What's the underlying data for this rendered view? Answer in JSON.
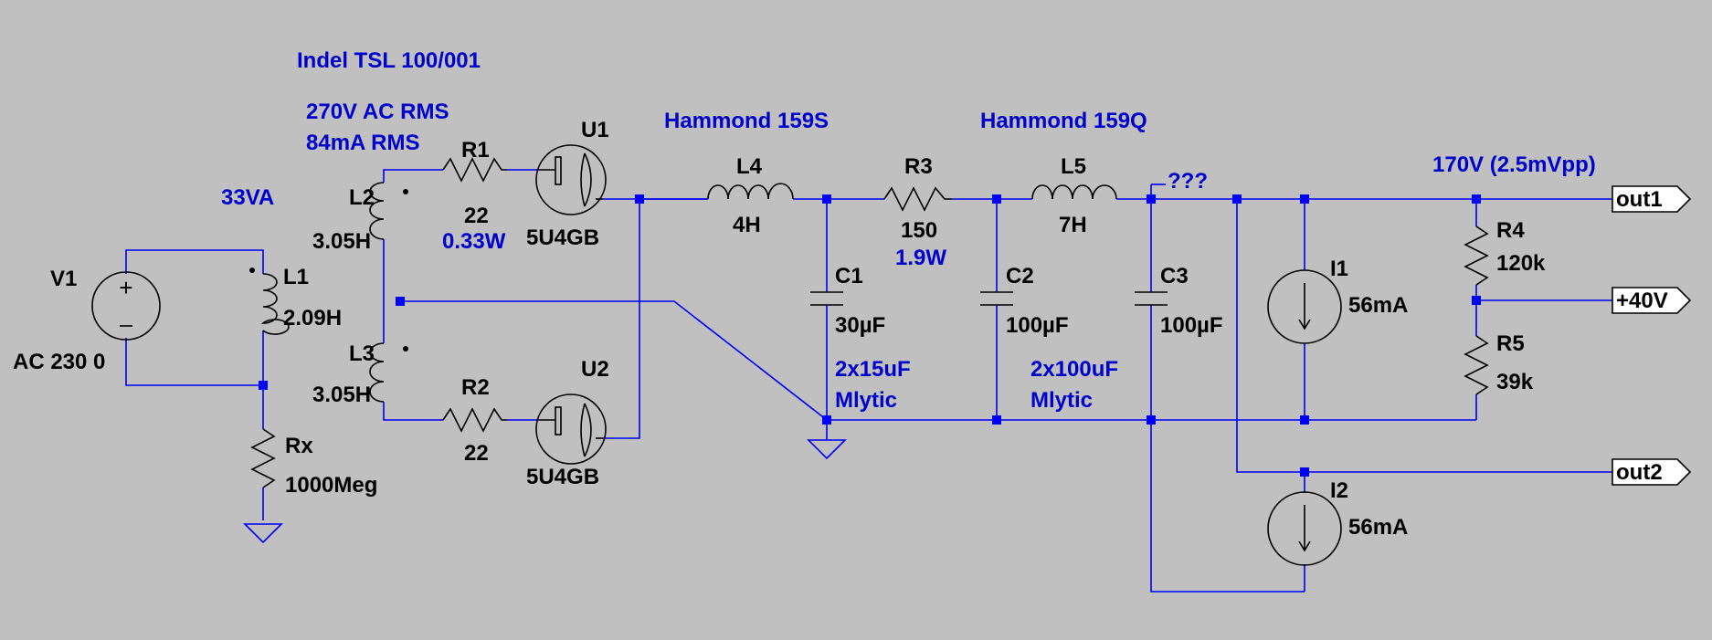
{
  "annotations": {
    "transformer": "Indel TSL 100/001",
    "secondary_voltage": "270V AC RMS",
    "secondary_current": "84mA RMS",
    "power": "33VA",
    "r1_power": "0.33W",
    "choke1": "Hammond 159S",
    "choke2": "Hammond 159Q",
    "r3_power": "1.9W",
    "c1_note1": "2x15uF",
    "c1_note2": "Mlytic",
    "c2_note1": "2x100uF",
    "c2_note2": "Mlytic",
    "unknown": "???",
    "output_voltage": "170V (2.5mVpp)"
  },
  "components": {
    "v1": {
      "name": "V1",
      "value": "AC 230 0"
    },
    "l1": {
      "name": "L1",
      "value": "2.09H"
    },
    "l2": {
      "name": "L2",
      "value": "3.05H"
    },
    "l3": {
      "name": "L3",
      "value": "3.05H"
    },
    "r1": {
      "name": "R1",
      "value": "22"
    },
    "r2": {
      "name": "R2",
      "value": "22"
    },
    "rx": {
      "name": "Rx",
      "value": "1000Meg"
    },
    "u1": {
      "name": "U1",
      "value": "5U4GB"
    },
    "u2": {
      "name": "U2",
      "value": "5U4GB"
    },
    "l4": {
      "name": "L4",
      "value": "4H"
    },
    "r3": {
      "name": "R3",
      "value": "150"
    },
    "l5": {
      "name": "L5",
      "value": "7H"
    },
    "c1": {
      "name": "C1",
      "value": "30µF"
    },
    "c2": {
      "name": "C2",
      "value": "100µF"
    },
    "c3": {
      "name": "C3",
      "value": "100µF"
    },
    "i1": {
      "name": "I1",
      "value": "56mA"
    },
    "i2": {
      "name": "I2",
      "value": "56mA"
    },
    "r4": {
      "name": "R4",
      "value": "120k"
    },
    "r5": {
      "name": "R5",
      "value": "39k"
    }
  },
  "ports": {
    "out1": "out1",
    "plus40v": "+40V",
    "out2": "out2"
  },
  "colors": {
    "background": "#c0c0c0",
    "wire": "#0000f0",
    "annotation": "#0000cc"
  }
}
